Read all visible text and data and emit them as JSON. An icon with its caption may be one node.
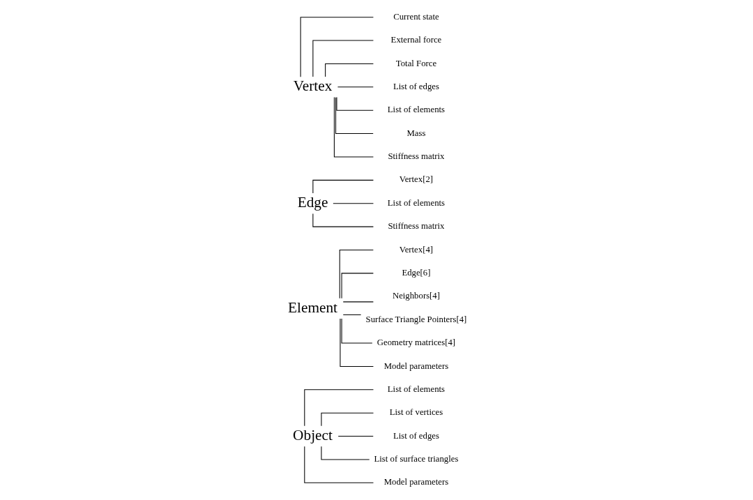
{
  "diagram": {
    "nodes": [
      {
        "text": [
          "Object"
        ]
      },
      {
        "text": [
          "List of elements"
        ]
      },
      {
        "text": [
          "List of vertices"
        ]
      },
      {
        "text": [
          "List of edges"
        ]
      },
      {
        "text": [
          "List of surface triangles"
        ]
      },
      {
        "text": [
          "Model parameters"
        ]
      },
      {
        "text": [
          "Element"
        ]
      },
      {
        "text": [
          "Vertex[4]"
        ]
      },
      {
        "text": [
          "Edge[6]"
        ]
      },
      {
        "text": [
          "Neighbors[4]"
        ]
      },
      {
        "text": [
          "Surface Triangle Pointers[4]"
        ]
      },
      {
        "text": [
          "Geometry matrices[4]"
        ]
      },
      {
        "text": [
          "Model parameters"
        ]
      },
      {
        "text": [
          "Edge"
        ]
      },
      {
        "text": [
          "Vertex[2]"
        ]
      },
      {
        "text": [
          "List of elements"
        ]
      },
      {
        "text": [
          "Stiffness matrix"
        ]
      },
      {
        "text": [
          "Vertex"
        ]
      },
      {
        "text": [
          "Current state"
        ]
      },
      {
        "text": [
          "External force"
        ]
      },
      {
        "text": [
          "Total Force"
        ]
      },
      {
        "text": [
          "List of edges"
        ]
      },
      {
        "text": [
          "List of elements"
        ]
      },
      {
        "text": [
          "Mass"
        ]
      },
      {
        "text": [
          "Stiffness matrix"
        ]
      }
    ],
    "edges": [
      {
        "from": 0,
        "to": 1,
        "arrow": "none"
      },
      {
        "from": 0,
        "to": 2,
        "arrow": "none"
      },
      {
        "from": 0,
        "to": 3,
        "arrow": "none"
      },
      {
        "from": 0,
        "to": 4,
        "arrow": "none"
      },
      {
        "from": 0,
        "to": 5,
        "arrow": "none"
      },
      {
        "from": 6,
        "to": 7,
        "arrow": "none"
      },
      {
        "from": 6,
        "to": 8,
        "arrow": "none"
      },
      {
        "from": 6,
        "to": 9,
        "arrow": "none"
      },
      {
        "from": 6,
        "to": 10,
        "arrow": "none"
      },
      {
        "from": 6,
        "to": 11,
        "arrow": "none"
      },
      {
        "from": 6,
        "to": 12,
        "arrow": "none"
      },
      {
        "from": 13,
        "to": 14,
        "arrow": "none"
      },
      {
        "from": 13,
        "to": 15,
        "arrow": "none"
      },
      {
        "from": 13,
        "to": 16,
        "arrow": "none"
      },
      {
        "from": 17,
        "to": 18,
        "arrow": "none"
      },
      {
        "from": 17,
        "to": 19,
        "arrow": "none"
      },
      {
        "from": 17,
        "to": 20,
        "arrow": "none"
      },
      {
        "from": 17,
        "to": 21,
        "arrow": "none"
      },
      {
        "from": 17,
        "to": 22,
        "arrow": "none"
      },
      {
        "from": 17,
        "to": 23,
        "arrow": "none"
      },
      {
        "from": 17,
        "to": 24,
        "arrow": "none"
      }
    ]
  }
}
